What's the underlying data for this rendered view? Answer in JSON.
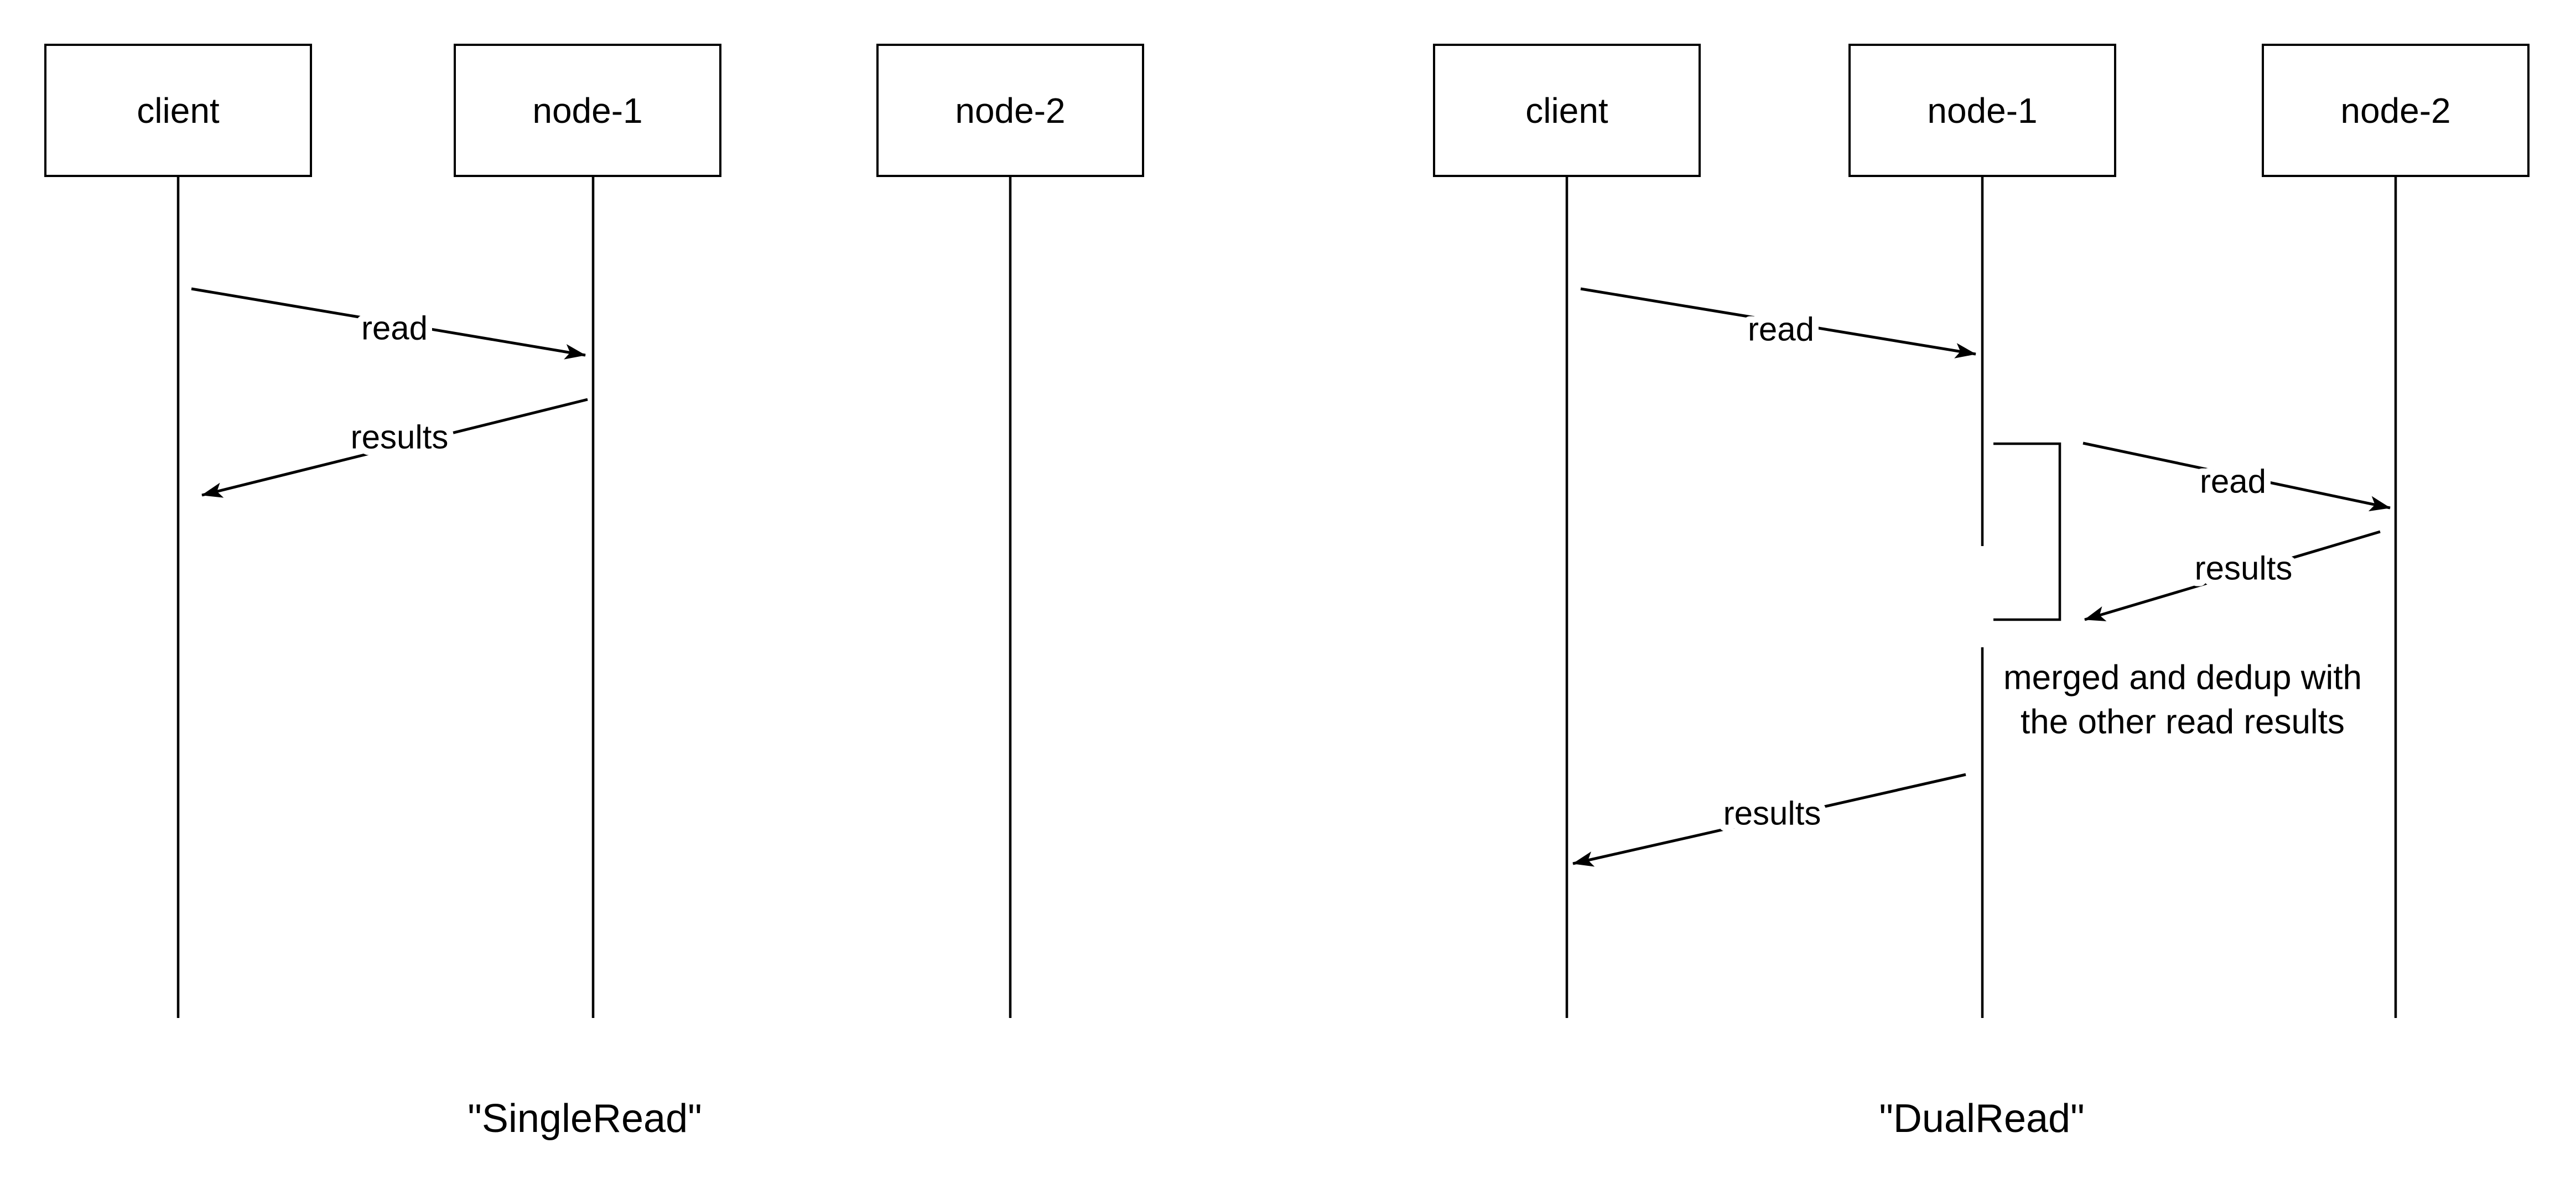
{
  "canvas": {
    "background": "#ffffff",
    "stroke_color": "#000000"
  },
  "diagrams": [
    {
      "title": "\"SingleRead\"",
      "actors": [
        "client",
        "node-1",
        "node-2"
      ],
      "messages": [
        {
          "label": "read",
          "from": "client",
          "to": "node-1"
        },
        {
          "label": "results",
          "from": "node-1",
          "to": "client"
        }
      ]
    },
    {
      "title": "\"DualRead\"",
      "actors": [
        "client",
        "node-1",
        "node-2"
      ],
      "messages": [
        {
          "label": "read",
          "from": "client",
          "to": "node-1"
        },
        {
          "label": "read",
          "from": "node-1",
          "to": "node-2"
        },
        {
          "label": "results",
          "from": "node-2",
          "to": "node-1"
        },
        {
          "label": "results",
          "from": "node-1",
          "to": "client"
        }
      ],
      "note": {
        "line1": "merged and dedup with",
        "line2": "the other read results"
      }
    }
  ]
}
